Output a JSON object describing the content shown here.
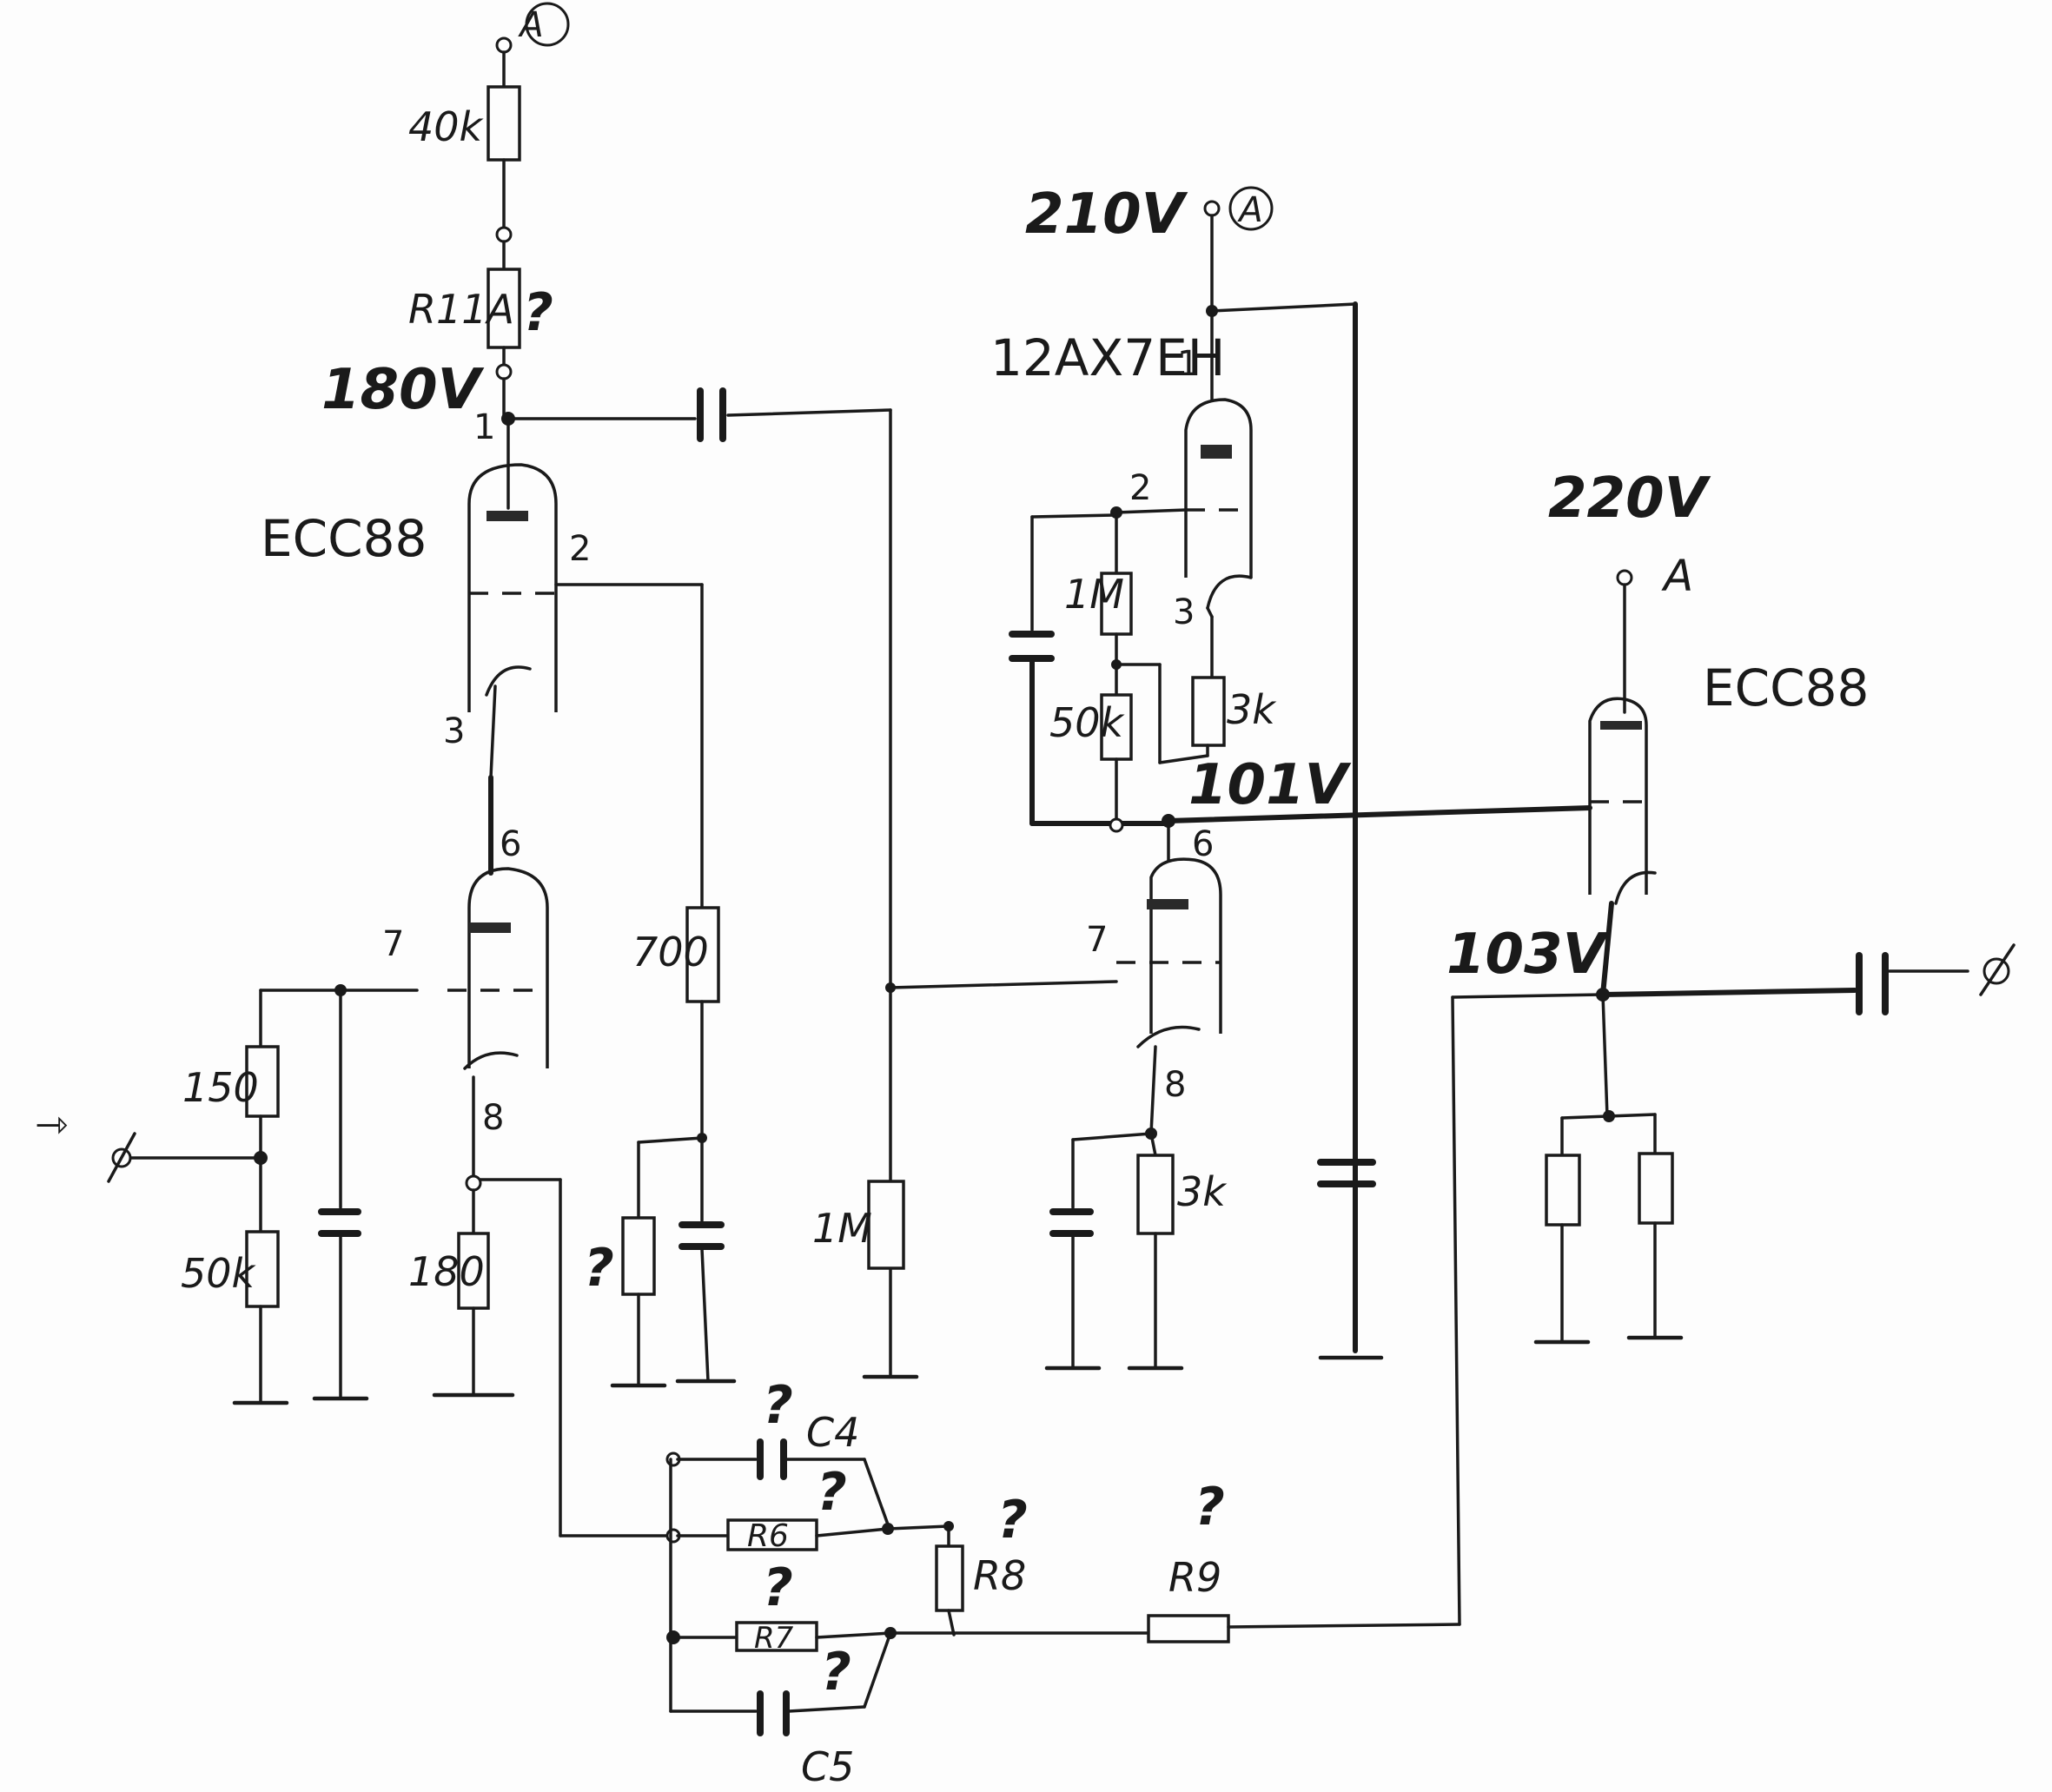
{
  "schematic": {
    "supply": {
      "node_a": "A",
      "v180": "180V",
      "v210": "210V",
      "v220": "220V"
    },
    "voltages": {
      "v101": "101V",
      "v103": "103V"
    },
    "tubes": {
      "v1": "ECC88",
      "v2": "12AX7EH",
      "v3": "ECC88"
    },
    "pins": {
      "p1": "1",
      "p2": "2",
      "p3": "3",
      "p6": "6",
      "p7": "7",
      "p8": "8"
    },
    "resistors": {
      "r40k": "40k",
      "r11a": "R11A",
      "r150": "150",
      "r50k": "50k",
      "r180": "180",
      "r700": "700",
      "r1m": "1M",
      "r1m_b": "1M",
      "r50k_b": "50k",
      "r3k": "3k",
      "r3k_b": "3k",
      "r6": "R6",
      "r7": "R7",
      "r8": "R8",
      "r9": "R9"
    },
    "capacitors": {
      "c4": "C4",
      "c5": "C5"
    },
    "unknown_mark": "?"
  }
}
